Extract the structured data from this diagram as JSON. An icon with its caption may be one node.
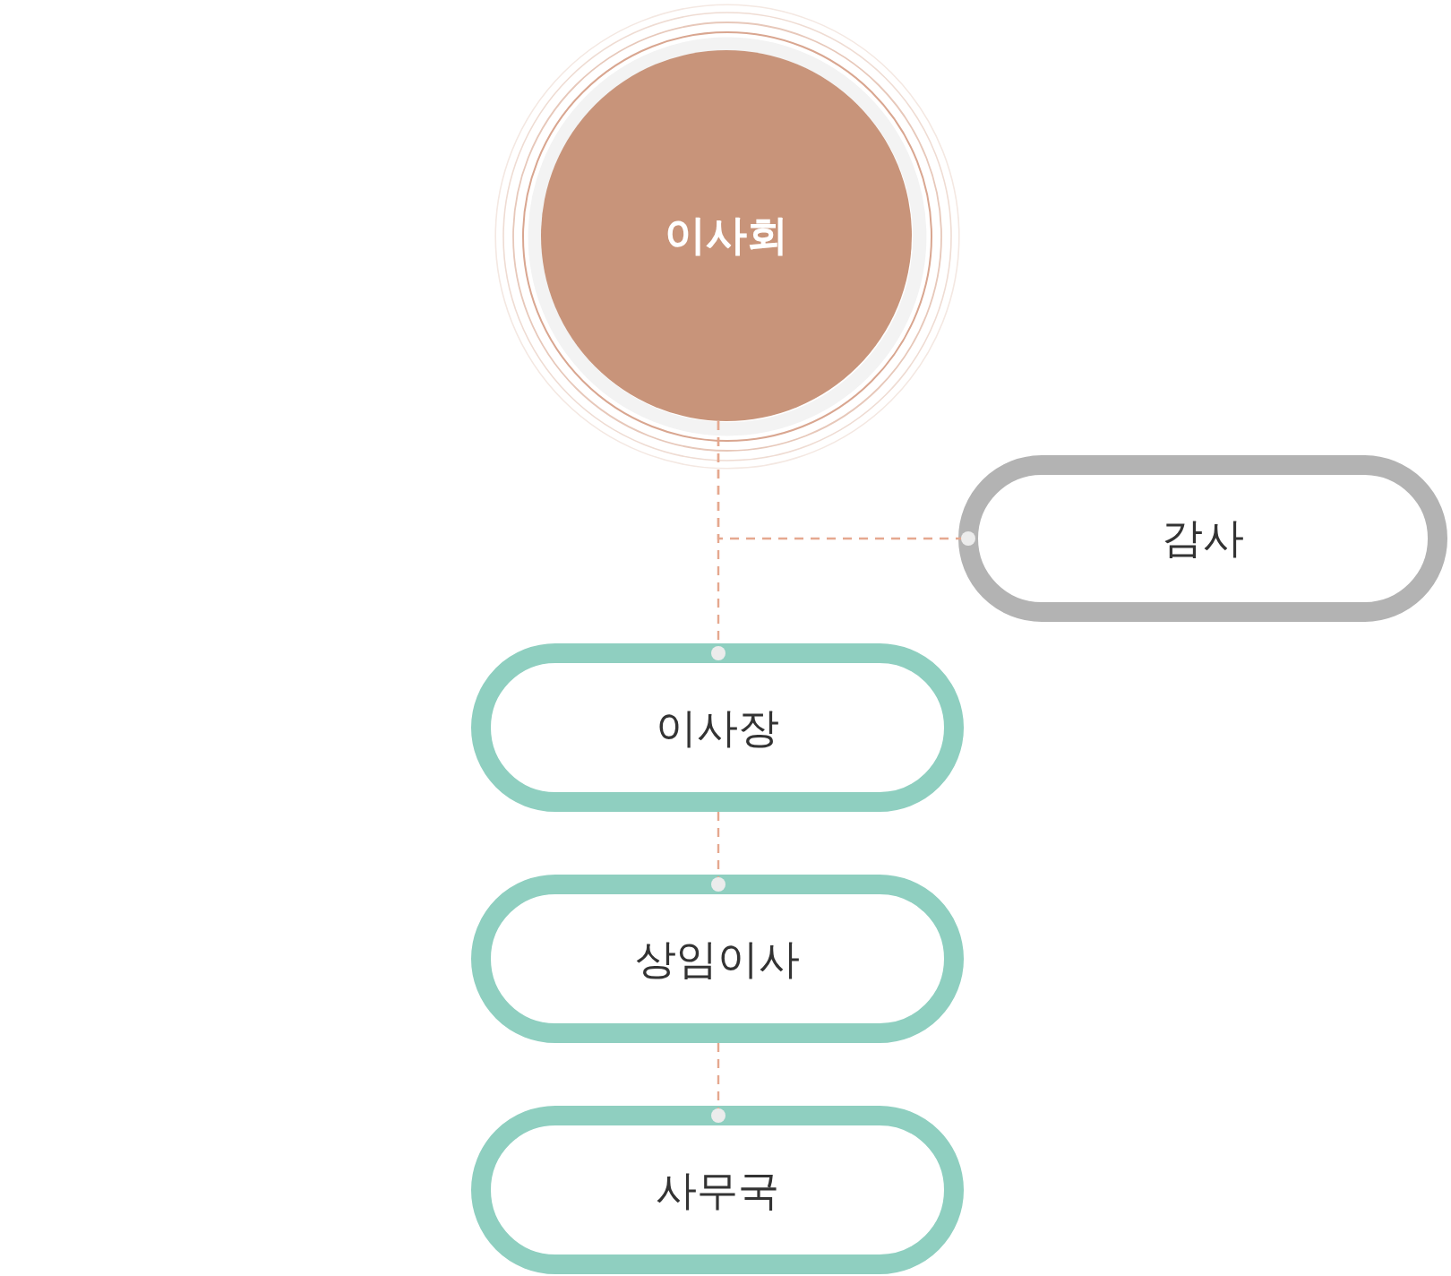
{
  "diagram": {
    "nodes": [
      {
        "text": [
          "이사회"
        ]
      },
      {
        "text": [
          "감사"
        ]
      },
      {
        "text": [
          "이사장"
        ]
      },
      {
        "text": [
          "상임이사"
        ]
      },
      {
        "text": [
          "사무국"
        ]
      }
    ],
    "edges": [
      {
        "from": 0,
        "to": 2,
        "arrow": "other",
        "style": "dashed"
      },
      {
        "from": 0,
        "to": 1,
        "arrow": "other",
        "style": "dashed"
      },
      {
        "from": 2,
        "to": 3,
        "arrow": "other",
        "style": "dashed"
      },
      {
        "from": 3,
        "to": 4,
        "arrow": "other",
        "style": "dashed"
      }
    ]
  }
}
